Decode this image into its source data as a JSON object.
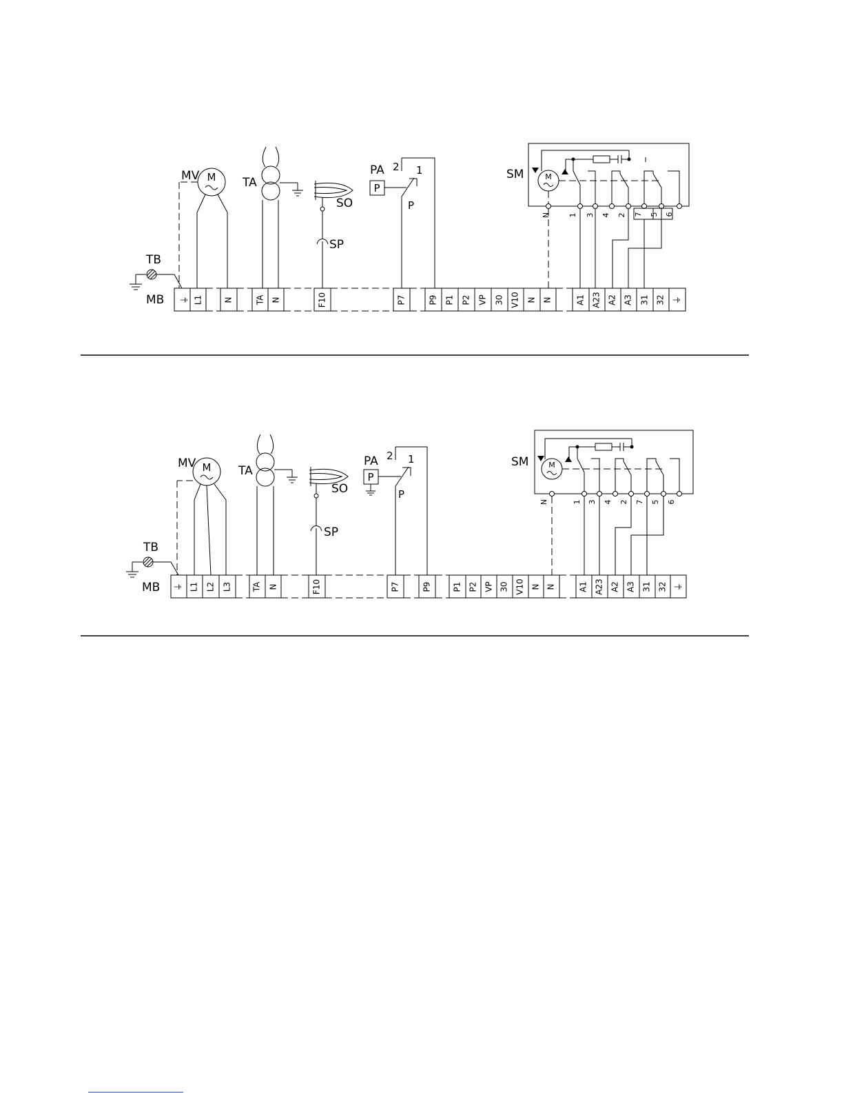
{
  "diagrams": [
    {
      "labels": {
        "MV": "MV",
        "TA": "TA",
        "SO": "SO",
        "SP": "SP",
        "PA": "PA",
        "P_box": "P",
        "P_switch": "P",
        "contact_2": "2",
        "contact_1": "1",
        "SM": "SM",
        "M": "M",
        "TB": "TB",
        "MB": "MB"
      },
      "sm_terminals": [
        "N",
        "1",
        "3",
        "4",
        "2",
        "7",
        "5",
        "6"
      ],
      "terminals": [
        "⏚",
        "L1",
        "N",
        "TA",
        "N",
        "F10",
        "P7",
        "P9",
        "P1",
        "P2",
        "VP",
        "30",
        "V10",
        "N",
        "N",
        "A1",
        "A23",
        "A2",
        "A3",
        "31",
        "32",
        "⏚"
      ]
    },
    {
      "labels": {
        "MV": "MV",
        "TA": "TA",
        "SO": "SO",
        "SP": "SP",
        "PA": "PA",
        "P_box": "P",
        "P_switch": "P",
        "contact_2": "2",
        "contact_1": "1",
        "SM": "SM",
        "M": "M",
        "TB": "TB",
        "MB": "MB"
      },
      "sm_terminals": [
        "N",
        "1",
        "3",
        "4",
        "2",
        "7",
        "5",
        "6"
      ],
      "terminals": [
        "⏚",
        "L1",
        "L2",
        "L3",
        "TA",
        "N",
        "F10",
        "P7",
        "P9",
        "P1",
        "P2",
        "VP",
        "30",
        "V10",
        "N",
        "N",
        "A1",
        "A23",
        "A2",
        "A3",
        "31",
        "32",
        "⏚"
      ]
    }
  ]
}
